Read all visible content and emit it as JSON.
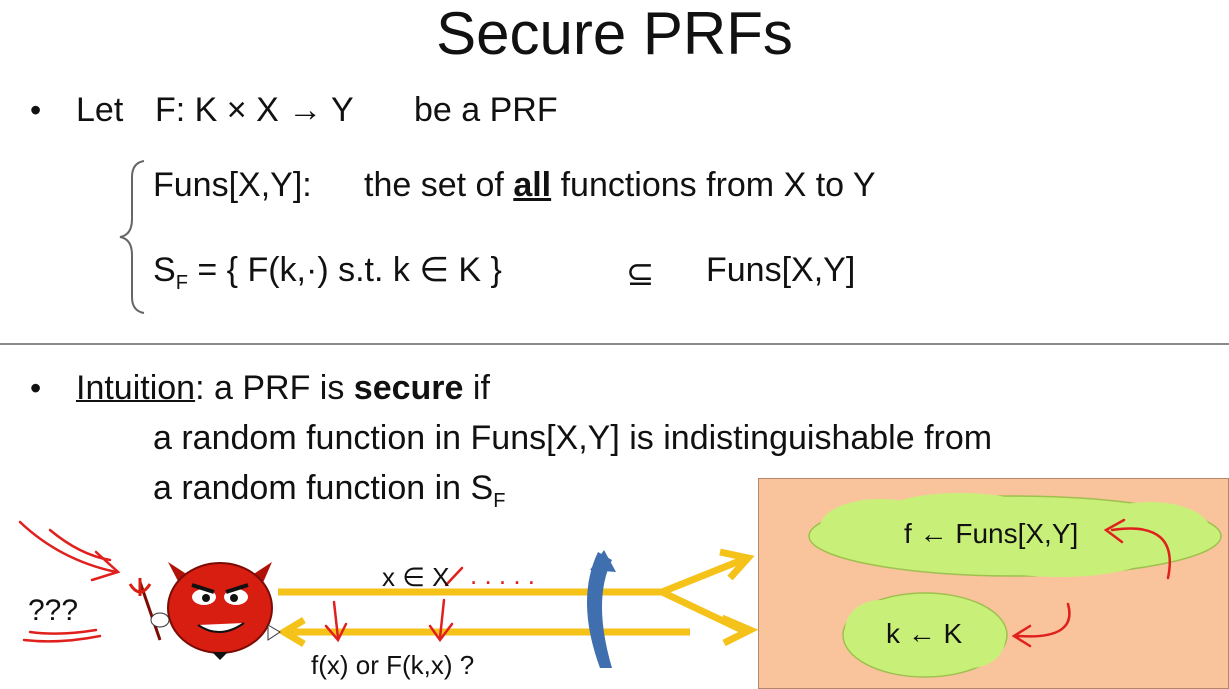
{
  "title": "Secure PRFs",
  "bullet1": {
    "bullet": "•",
    "let": "Let",
    "f_def": "F:  K × X  →  Y",
    "tail": "be a PRF"
  },
  "funs": {
    "label": "Funs[X,Y]:",
    "text_pre": "the set of",
    "text_bold": "all",
    "text_post": "functions from X to Y"
  },
  "sf": {
    "s": "S",
    "sub": "F",
    "expr": "=  {  F(k,·)   s.t.   k ∈ K  }",
    "subset": "⊆",
    "funs": "Funs[X,Y]"
  },
  "bullet2": {
    "bullet": "•",
    "intuition": "Intuition",
    "colon": ":   a PRF is",
    "secure": "secure",
    "if": "if",
    "line2": "a random function in Funs[X,Y] is indistinguishable from",
    "line3_pre": "a random function in S",
    "line3_sub": "F"
  },
  "diagram": {
    "query": "x ∈ X",
    "dots": ". . . . .",
    "answer": "f(x)  or  F(k,x)  ?",
    "question_marks": "???",
    "cloud_top": "f ← Funs[X,Y]",
    "cloud_bottom": "k ← K"
  },
  "colors": {
    "arrow": "#f5c21a",
    "panel": "#f9c39c",
    "cloud": "#c8f078",
    "ink": "#e0201c",
    "devil": "#d81e10",
    "switch": "#3f6fae"
  }
}
